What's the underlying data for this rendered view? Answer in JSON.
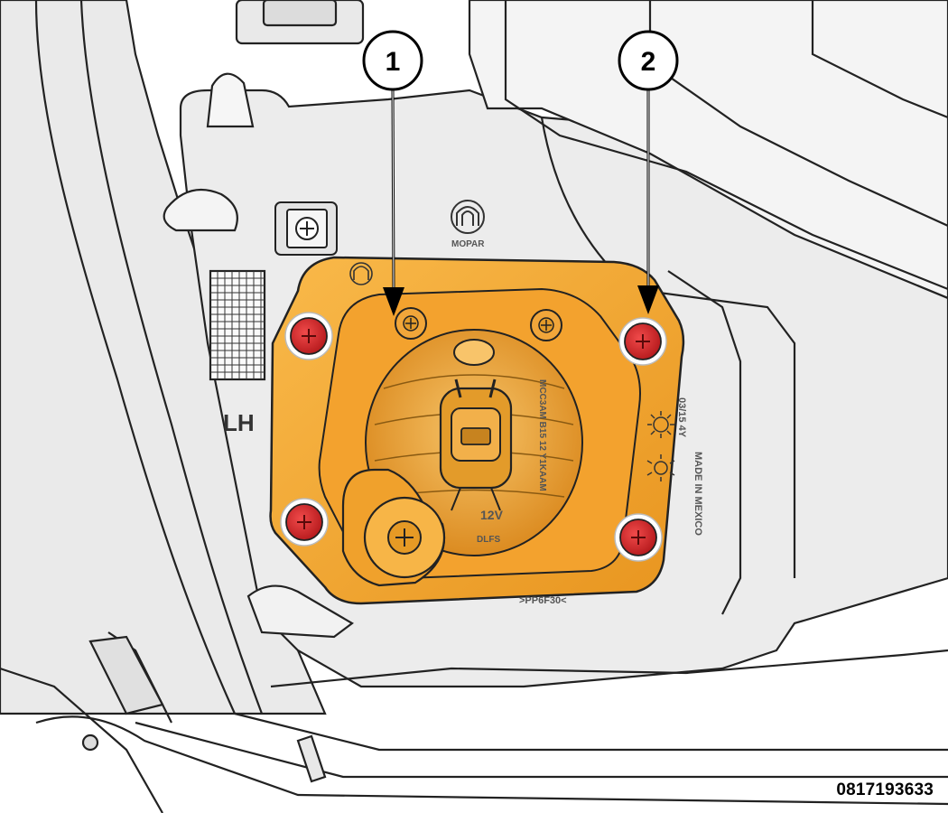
{
  "figure": {
    "id": "0817193633",
    "side_label": "LH",
    "housing_logo_text": "MOPAR",
    "mount_code": ">PP6F30<",
    "bulb_markings": {
      "upper": "MCC3AM B15 12 Y1KAAM",
      "lower": "DLFS",
      "voltage": "12V"
    },
    "side_markings": [
      "MADE IN MEXICO",
      "03/15 4Y"
    ]
  },
  "callouts": [
    {
      "number": "1",
      "target": "bulb-mount-screw"
    },
    {
      "number": "2",
      "target": "lamp-mounting-screw"
    }
  ],
  "colors": {
    "highlight_bracket": "#F6A833",
    "highlight_screw": "#E0262B",
    "line_art": "#222222",
    "housing_fill": "#E6E6E6"
  }
}
